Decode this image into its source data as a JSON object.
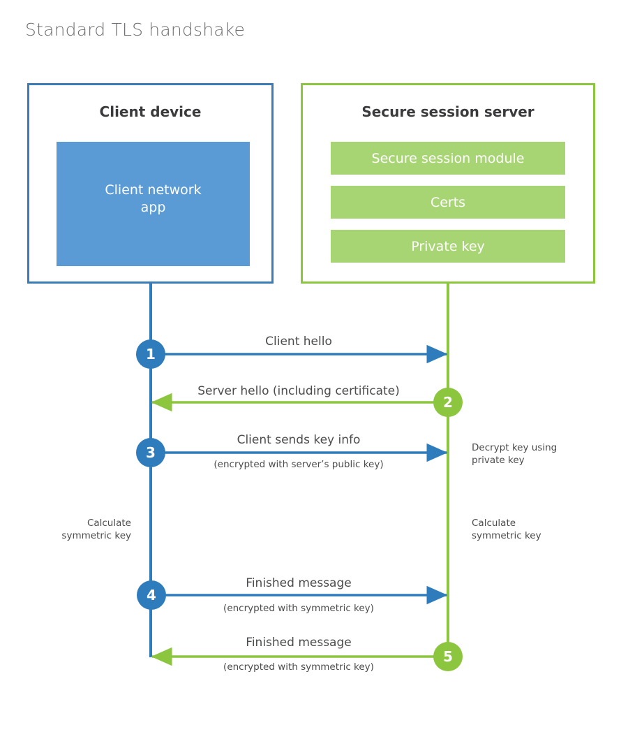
{
  "title": "Standard TLS handshake",
  "colors": {
    "client_border": "#3b7cb8",
    "client_line": "#2f7cbd",
    "client_block": "#5b9bd5",
    "server_border": "#8cc63f",
    "server_line": "#8cc63f",
    "server_block": "#a8d573",
    "title_text": "#6d6e71",
    "body_text": "#4c4c4e"
  },
  "client": {
    "title": "Client device",
    "app_label": "Client network\napp",
    "app_label_line1": "Client network",
    "app_label_line2": "app"
  },
  "server": {
    "title": "Secure session server",
    "blocks": [
      {
        "label": "Secure session module"
      },
      {
        "label": "Certs"
      },
      {
        "label": "Private key"
      }
    ]
  },
  "steps": [
    {
      "number": "1",
      "label": "Client hello",
      "sublabel": "",
      "direction": "client-to-server",
      "color": "blue"
    },
    {
      "number": "2",
      "label": "Server hello (including certificate)",
      "sublabel": "",
      "direction": "server-to-client",
      "color": "green"
    },
    {
      "number": "3",
      "label": "Client sends key info",
      "sublabel": "(encrypted with server’s public key)",
      "direction": "client-to-server",
      "color": "blue"
    },
    {
      "number": "4",
      "label": "Finished message",
      "sublabel": "(encrypted with symmetric key)",
      "direction": "client-to-server",
      "color": "blue"
    },
    {
      "number": "5",
      "label": "Finished message",
      "sublabel": "(encrypted with symmetric key)",
      "direction": "server-to-client",
      "color": "green"
    }
  ],
  "annotations": {
    "server_decrypt": "Decrypt key using\nprivate key",
    "client_calculate": "Calculate\nsymmetric key",
    "server_calculate": "Calculate\nsymmetric key"
  }
}
